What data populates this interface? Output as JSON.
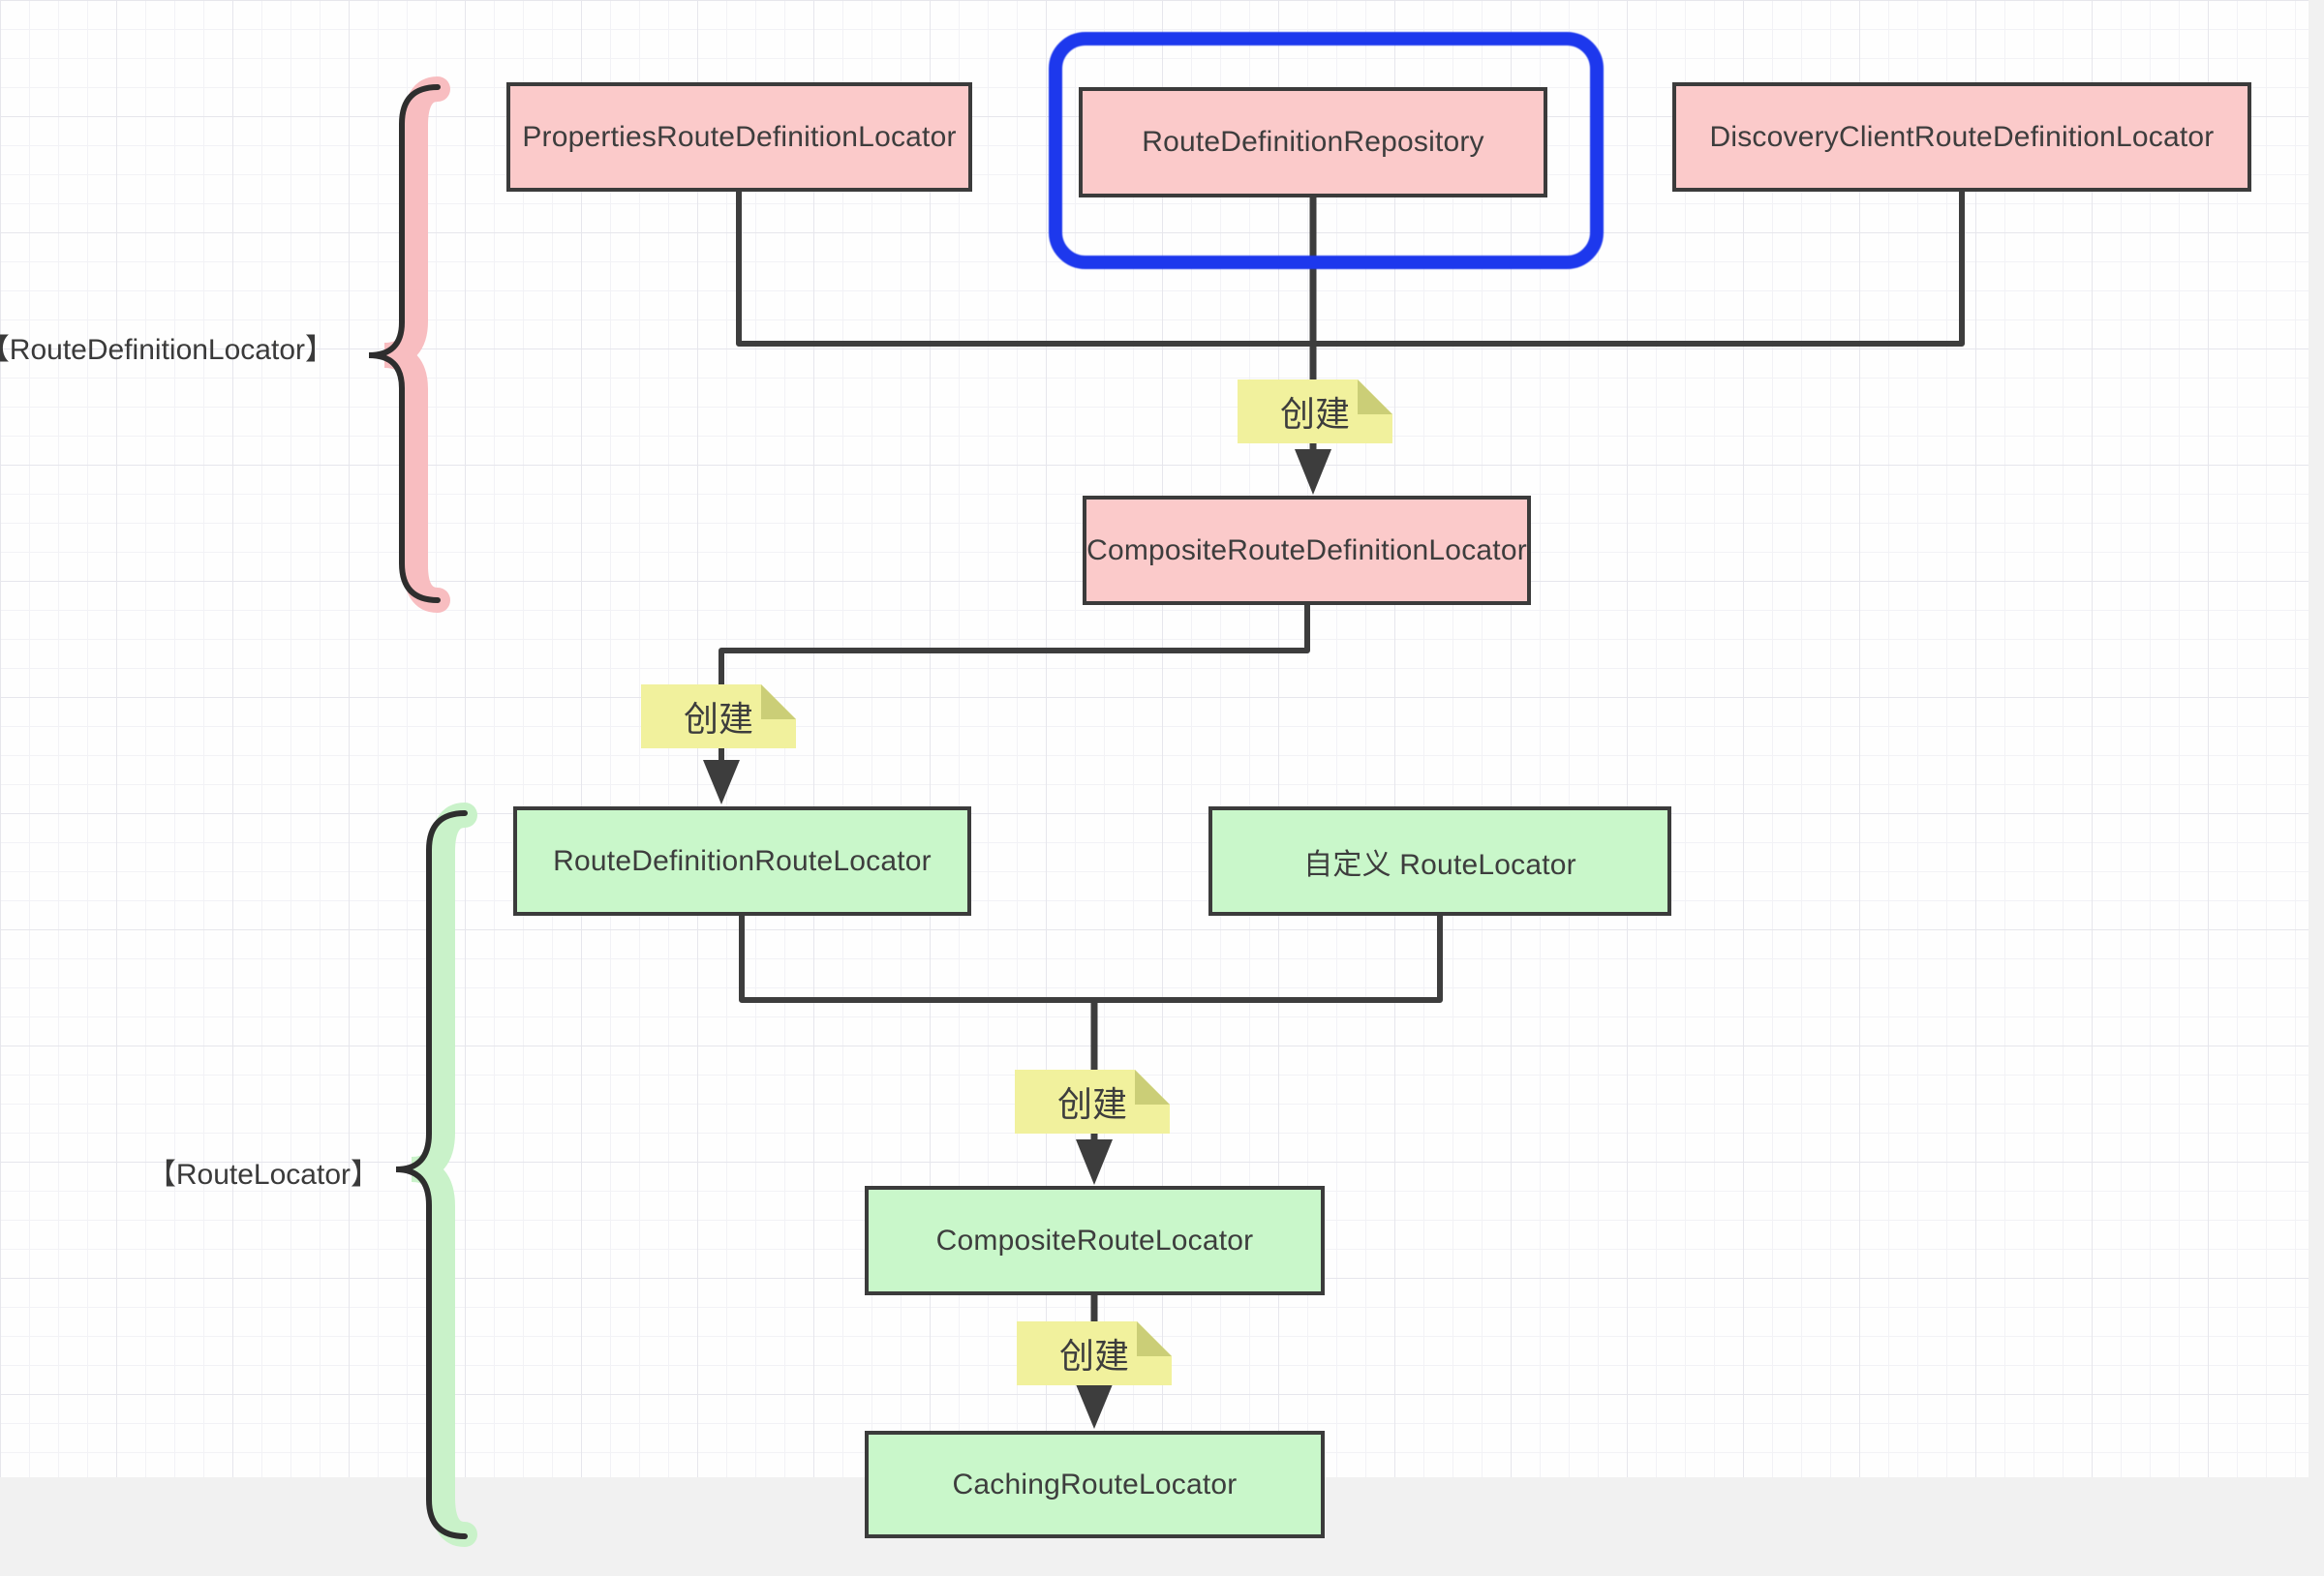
{
  "diagram": {
    "title_hint": "Spring Cloud Gateway RouteLocator creation diagram",
    "nodes": {
      "properties_locator": "PropertiesRouteDefinitionLocator",
      "repository": "RouteDefinitionRepository",
      "discovery_locator": "DiscoveryClientRouteDefinitionLocator",
      "composite_definition_locator": "CompositeRouteDefinitionLocator",
      "route_definition_route_locator": "RouteDefinitionRouteLocator",
      "custom_route_locator": "自定义 RouteLocator",
      "composite_route_locator": "CompositeRouteLocator",
      "caching_route_locator": "CachingRouteLocator"
    },
    "group_labels": {
      "route_definition_locator": "【RouteDefinitionLocator】",
      "route_locator": "【RouteLocator】"
    },
    "notes": {
      "create1": "创建",
      "create2": "创建",
      "create3": "创建",
      "create4": "创建"
    },
    "colors": {
      "pink_node_fill": "#fbcaca",
      "green_node_fill": "#c9f7ca",
      "note_fill": "#f1f19d",
      "note_fold": "#cbce77",
      "node_border": "#3b3b3b",
      "connector": "#3d3d3d",
      "highlight_blue": "#1d38ed",
      "brace_pink": "#f8bdc0",
      "brace_green": "#c9f2c9",
      "page_background": "#f1f1f1"
    }
  }
}
